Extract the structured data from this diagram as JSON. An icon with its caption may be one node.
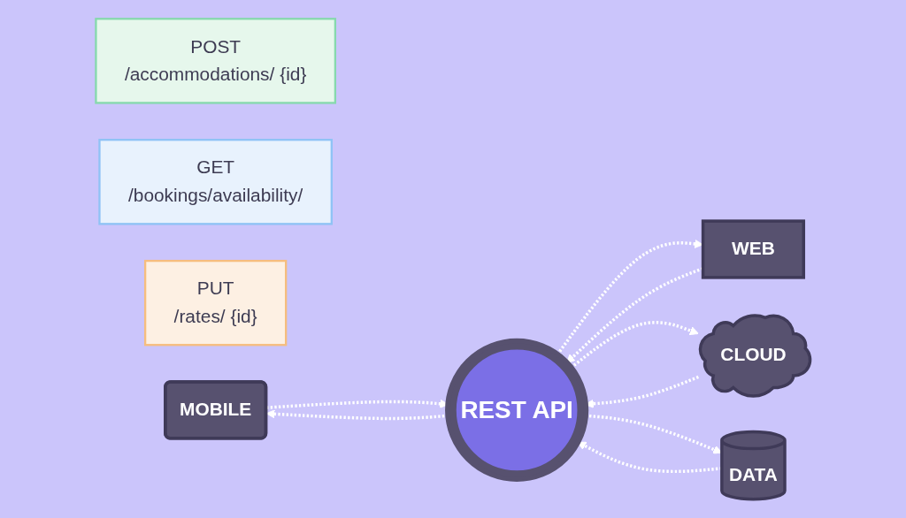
{
  "diagram": {
    "nodes": [
      {
        "text": [
          "POST",
          "/accommodations/ {id}"
        ]
      },
      {
        "text": [
          "GET",
          "/bookings/availability/"
        ]
      },
      {
        "text": [
          "PUT",
          "/rates/ {id}"
        ]
      },
      {
        "text": [
          "MOBILE"
        ]
      },
      {
        "text": [
          "REST API"
        ]
      },
      {
        "text": [
          "WEB"
        ]
      },
      {
        "text": [
          "CLOUD"
        ]
      },
      {
        "text": [
          "DATA"
        ]
      }
    ],
    "edges": [
      {
        "from": 4,
        "to": 3,
        "arrow": "to",
        "style": "dashed"
      },
      {
        "from": 3,
        "to": 4,
        "arrow": "to",
        "style": "dashed"
      },
      {
        "from": 4,
        "to": 5,
        "arrow": "to",
        "style": "dashed"
      },
      {
        "from": 5,
        "to": 4,
        "arrow": "to",
        "style": "dashed"
      },
      {
        "from": 6,
        "to": 4,
        "arrow": "to",
        "style": "dashed"
      },
      {
        "from": 4,
        "to": 6,
        "arrow": "to",
        "style": "dashed"
      },
      {
        "from": 7,
        "to": 4,
        "arrow": "to",
        "style": "dashed"
      },
      {
        "from": 4,
        "to": 7,
        "arrow": "to",
        "style": "dashed"
      }
    ]
  }
}
